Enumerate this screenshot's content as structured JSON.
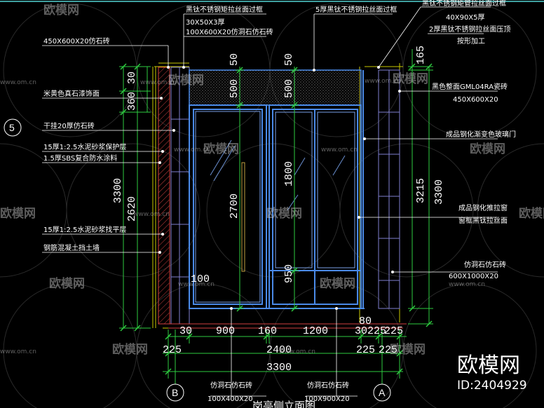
{
  "labels_left": [
    {
      "id": "l1",
      "text": "450X600X20仿石砖"
    },
    {
      "id": "l2",
      "text": "米黄色真石漆饰面"
    },
    {
      "id": "l3",
      "text": "干挂20厚仿石砖"
    },
    {
      "id": "l4",
      "text": "15厚1:2.5水泥砂浆保护层"
    },
    {
      "id": "l5",
      "text": "1.5厚SBS复合防水涂料"
    },
    {
      "id": "l6",
      "text": "15厚1:2.5水泥砂浆找平层"
    },
    {
      "id": "l7",
      "text": "钢筋混凝土挡土墙"
    }
  ],
  "labels_top": [
    {
      "id": "t1",
      "text": "黑钛不锈钢矩拉丝面过框"
    },
    {
      "id": "t2",
      "text": "30X50X3厚"
    },
    {
      "id": "t3",
      "text": "100X600X20仿洞石仿石砖"
    },
    {
      "id": "t4",
      "text": "5厚黑钛不锈钢拉丝面过框"
    }
  ],
  "labels_right": [
    {
      "id": "r1",
      "text": "黑钛不锈钢矩管拉丝面过框"
    },
    {
      "id": "r2",
      "text": "40X90X5厚"
    },
    {
      "id": "r3",
      "text": "2厚黑钛不锈钢拉丝面压顶"
    },
    {
      "id": "r4",
      "text": "按形加工"
    },
    {
      "id": "r5",
      "text": "黑色整面GML04RA瓷砖"
    },
    {
      "id": "r6",
      "text": "450X600X20"
    },
    {
      "id": "r7",
      "text": "成品钢化渐变色玻璃门"
    },
    {
      "id": "r8",
      "text": "成品钢化推拉窗"
    },
    {
      "id": "r9",
      "text": "窗框黑钛拉丝面"
    },
    {
      "id": "r10",
      "text": "仿洞石仿石砖"
    },
    {
      "id": "r11",
      "text": "600X1000X20"
    }
  ],
  "labels_bottom": [
    {
      "id": "b1",
      "text": "仿洞石仿石砖"
    },
    {
      "id": "b2",
      "text": "100X400X20"
    },
    {
      "id": "b3",
      "text": "仿洞石仿石砖"
    },
    {
      "id": "b4",
      "text": "100X900X20"
    },
    {
      "id": "b5",
      "text": "岗亭侧立面图"
    }
  ],
  "dims": {
    "h900": "900",
    "h160": "160",
    "h1200": "1200",
    "h30": "30",
    "h225a": "225",
    "h225b": "225",
    "h2400": "2400",
    "h3300": "3300",
    "h225c": "225",
    "h225d": "225",
    "h225e": "225",
    "h80": "80",
    "h30b": "30",
    "v30": "30",
    "v360": "360",
    "v3300L": "3300",
    "v2620": "2620",
    "v50a": "50",
    "v500a": "500",
    "v2700": "2700",
    "v100": "100",
    "v50b": "50",
    "v500b": "500",
    "v1800": "1800",
    "v950": "950",
    "v165": "165",
    "v3215": "3215",
    "v3300R": "3300"
  },
  "bubbles": {
    "five": "5",
    "B": "B",
    "A": "A"
  },
  "watermark": {
    "text": "欧模网",
    "url": "www.om.cn"
  },
  "brand": {
    "name": "欧模网",
    "id": "ID:2404929"
  },
  "colors": {
    "frame": "#4a8ae8",
    "dim": "#2ecc40",
    "wall": "#e05050",
    "ext": "#c8c800",
    "glass": "#7aa0e8",
    "label": "#ffffff"
  }
}
